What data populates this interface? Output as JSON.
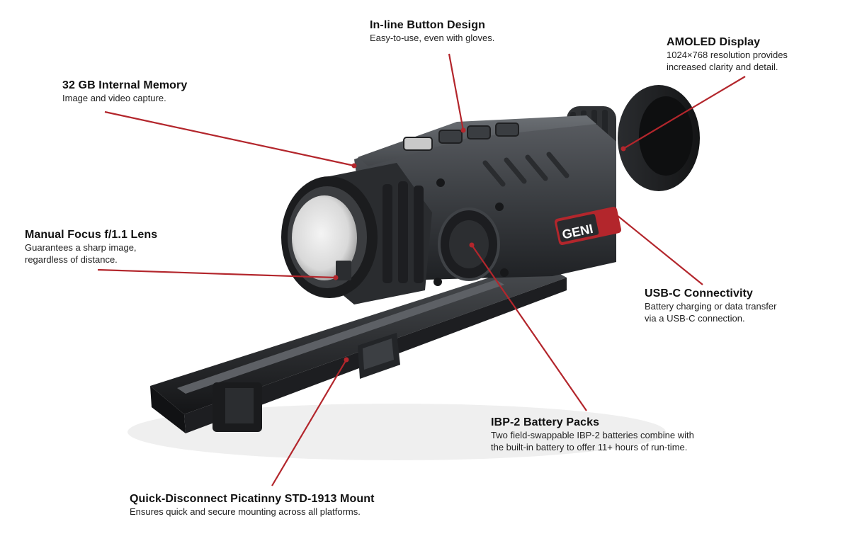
{
  "product": {
    "brand_mark": "GENI",
    "accent_color": "#b3262c"
  },
  "callouts": [
    {
      "id": "buttons",
      "title": "In-line Button Design",
      "lines": [
        "Easy-to-use, even with gloves."
      ]
    },
    {
      "id": "display",
      "title": "AMOLED Display",
      "lines": [
        "1024×768 resolution provides",
        "increased clarity and detail."
      ]
    },
    {
      "id": "memory",
      "title": "32 GB Internal Memory",
      "lines": [
        "Image and video capture."
      ]
    },
    {
      "id": "lens",
      "title": "Manual Focus f/1.1 Lens",
      "lines": [
        "Guarantees a sharp image,",
        "regardless of distance."
      ]
    },
    {
      "id": "usb",
      "title": "USB-C Connectivity",
      "lines": [
        "Battery charging or data transfer",
        "via a USB-C connection."
      ]
    },
    {
      "id": "battery",
      "title": "IBP-2 Battery Packs",
      "lines": [
        "Two field-swappable IBP-2 batteries combine with",
        "the built-in battery to offer 11+ hours of run-time."
      ]
    },
    {
      "id": "mount",
      "title": "Quick-Disconnect Picatinny STD-1913 Mount",
      "lines": [
        "Ensures quick and secure mounting across all platforms."
      ]
    }
  ]
}
